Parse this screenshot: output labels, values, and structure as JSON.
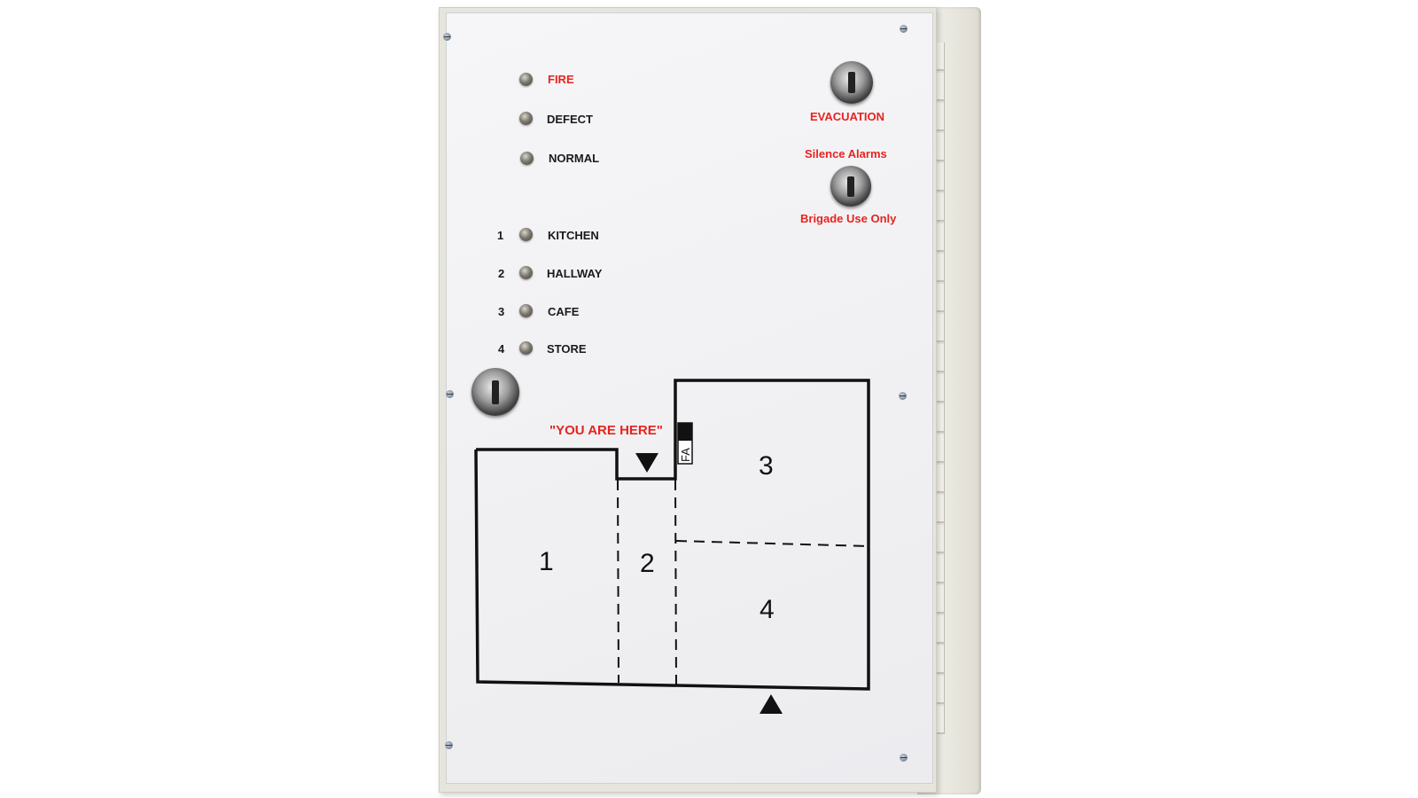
{
  "status_indicators": [
    {
      "label": "FIRE",
      "color": "#e8231f"
    },
    {
      "label": "DEFECT",
      "color": "#1a1a1a"
    },
    {
      "label": "NORMAL",
      "color": "#1a1a1a"
    }
  ],
  "zones": [
    {
      "number": "1",
      "label": "KITCHEN"
    },
    {
      "number": "2",
      "label": "HALLWAY"
    },
    {
      "number": "3",
      "label": "CAFE"
    },
    {
      "number": "4",
      "label": "STORE"
    }
  ],
  "controls": {
    "evacuation_label": "EVACUATION",
    "silence_label_top": "Silence Alarms",
    "silence_label_bottom": "Brigade Use Only"
  },
  "floorplan": {
    "you_are_here": "\"YOU ARE HERE\"",
    "fa_label": "FA",
    "rooms": [
      "1",
      "2",
      "3",
      "4"
    ]
  },
  "colors": {
    "accent_red": "#e8231f",
    "panel": "#f2f2f4",
    "case": "#e6e5dd"
  }
}
